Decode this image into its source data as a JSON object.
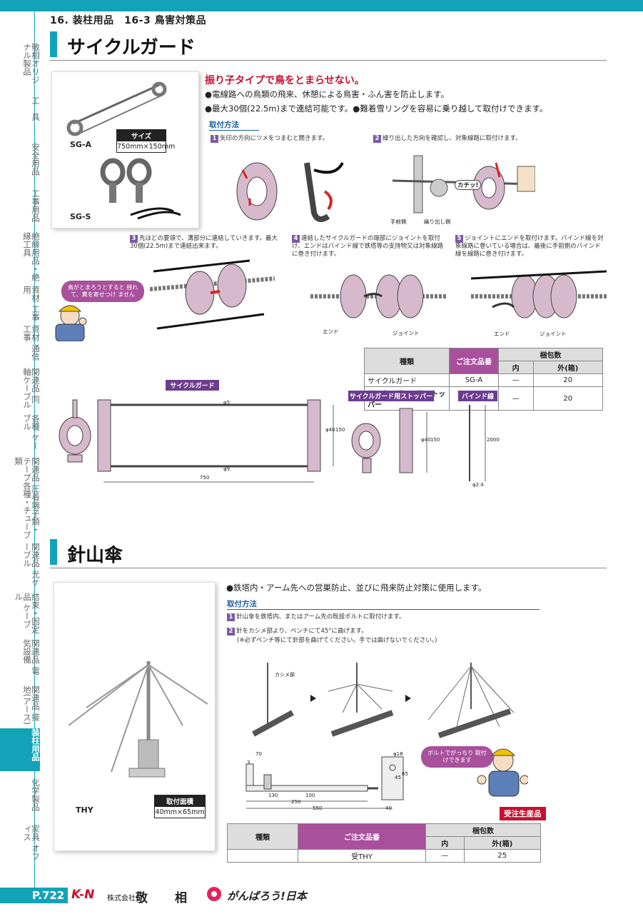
{
  "header": {
    "breadcrumb": "16.  装柱用品　16-3 鳥害対策品"
  },
  "side_tabs": [
    "敬相オリジナル製品",
    "工　具",
    "安全用品",
    "工事用品",
    "絶縁用品・絶縁工具",
    "資材 工事用",
    "資材 通信工事",
    "関連品 同軸ケーブル",
    "各種 ケーブル",
    "関連品 圧着端子類・テープ各種・チューブ類",
    "関連品 光ケーブル",
    "結束・固定品 ケーブル",
    "関連品 電気設備",
    "関連品 接地(アース)",
    "装柱用品",
    "化学製品",
    "家具 オフィス"
  ],
  "active_tab_index": 14,
  "section1": {
    "title": "サイクルガード",
    "photo_labels": {
      "a": "SG-A",
      "s": "SG-S"
    },
    "size_box": {
      "head": "サイズ",
      "value": "750mm×150mm"
    },
    "catch": "振り子タイプで鳥をとまらせない。",
    "bullets": [
      "●電線路への鳥類の飛来、休憩による鳥害・ふん害を防止します。",
      "●最大30個(22.5m)まで連結可能です。●難着雪リングを容易に乗り越して取付けできます。"
    ],
    "install_heading": "取付方法",
    "steps": [
      {
        "n": "1",
        "text": "矢印の方向にツメをつまむと開きます。"
      },
      {
        "n": "2",
        "text": "繰り出した方向を確認し、対象線路に取付けます。"
      },
      {
        "n": "3",
        "text": "先ほどの要領で、溝部分に連結していきます。最大30個(22.5m)まで連結出来ます。"
      },
      {
        "n": "4",
        "text": "連結したサイクルガードの端部にジョイントを取付け、エンドはバインド線で鉄塔等の支持物又は対象線路に巻き付けます。"
      },
      {
        "n": "5",
        "text": "ジョイントにエンドを取付けます。バインド線を対象線路に巻いている場合は、最後に手前側のバインド線を線路に巻き付けます。"
      }
    ],
    "callouts": {
      "kachi": "カチッ!",
      "temae": "手前側",
      "kuridashi": "繰り出し側",
      "end1": "エンド",
      "joint1": "ジョイント",
      "end2": "エンド",
      "joint2": "ジョイント"
    },
    "bubble": "鳥がとまろうとすると 揺れて、糞を寄せつけ ません",
    "table": {
      "headers": [
        "種類",
        "ご注文品番",
        "梱包数",
        "内",
        "外(箱)"
      ],
      "rows": [
        [
          "サイクルガード",
          "SG-A",
          "—",
          "20"
        ],
        [
          "サイクルガード用ストッパー",
          "SG-S",
          "—",
          "20"
        ]
      ]
    },
    "drawings": {
      "guard_title": "サイクルガード",
      "stopper_title": "サイクルガード用ストッパー",
      "bind_title": "バインド線",
      "dims": {
        "phi5": "φ5",
        "phi40": "φ40",
        "h150": "150",
        "phi9": "φ9",
        "w750": "750",
        "s_phi40": "φ40",
        "s_150": "150",
        "b_2000": "2000",
        "b_phi": "φ2.4"
      }
    }
  },
  "section2": {
    "title": "針山傘",
    "photo_label": "THY",
    "area_box": {
      "head": "取付面積",
      "value": "40mm×65mm"
    },
    "bullet": "●鉄塔内・アーム先への営巣防止、並びに飛来防止対策に使用します。",
    "install_heading": "取付方法",
    "steps": [
      {
        "n": "1",
        "text": "針山傘を鉄塔内、またはアーム先の既設ボルトに取付けます。"
      },
      {
        "n": "2",
        "text": "針をカシメ部より、ペンチにて45°に曲げます。"
      }
    ],
    "note": "(※必ずペンチ等にて針部を曲げてください。手では曲げないでください。)",
    "kashime": "カシメ部",
    "bubble": "ボルトでがっちり 取付けできます",
    "badge": "受注生産品",
    "dims": {
      "d70": "70",
      "d3": "3",
      "d130": "130",
      "d100": "100",
      "d250": "250",
      "d550": "550",
      "d18": "φ18",
      "d65": "65",
      "d45": "45",
      "d40": "40"
    },
    "table": {
      "headers": [
        "種類",
        "ご注文品番",
        "梱包数",
        "内",
        "外(箱)"
      ],
      "row": [
        "",
        "受THY",
        "—",
        "25"
      ]
    }
  },
  "footer": {
    "page": "P.722",
    "logo": "K-N",
    "company": "株式会社",
    "name1": "敬",
    "name2": "相",
    "slogan": "がんばろう!日本"
  }
}
